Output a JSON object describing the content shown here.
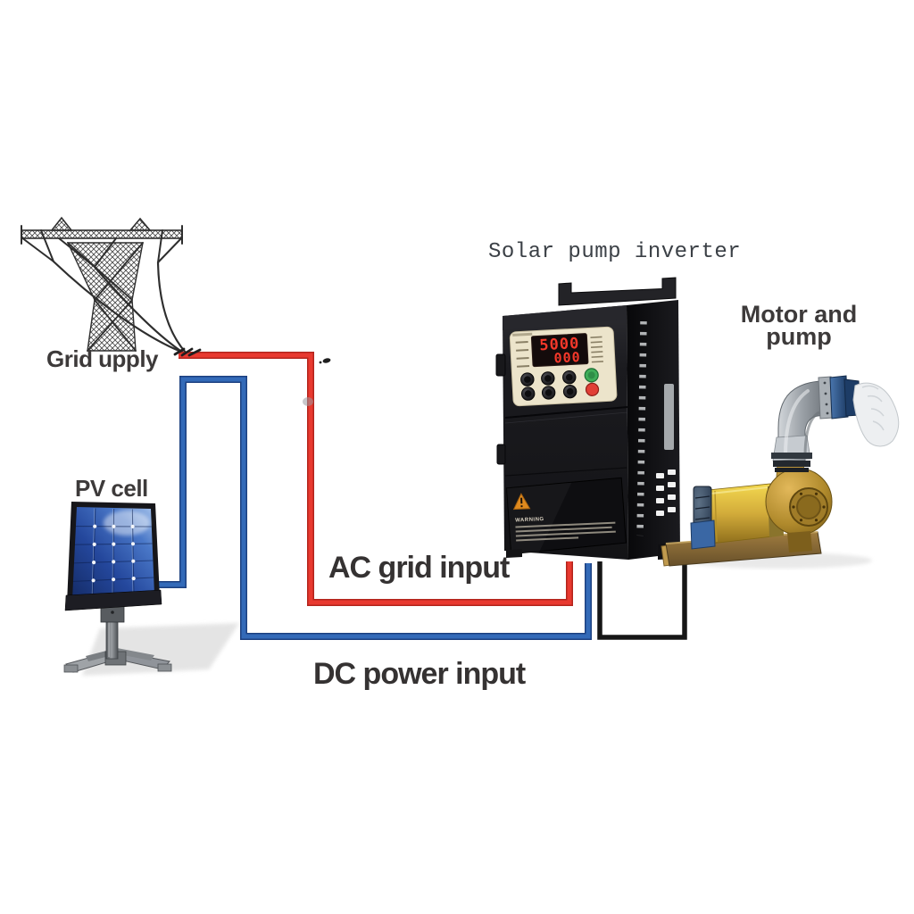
{
  "diagram": {
    "title": "Solar pump inverter",
    "labels": {
      "grid_supply": "Grid upply",
      "pv_cell": "PV cell",
      "motor_pump_line1": "Motor and",
      "motor_pump_line2": "pump",
      "ac_input": "AC grid input",
      "dc_input": "DC power input"
    },
    "inverter": {
      "display_value_top": "5000",
      "display_value_bottom": "000",
      "warning_label": "WARNING"
    },
    "colors": {
      "ac_wire": "#e8392f",
      "dc_wire": "#336ab8",
      "motor_wire": "#161616",
      "label_text": "#3d3a3a",
      "display_digits": "#f5382a",
      "run_button": "#3fae58",
      "stop_button": "#e13f36",
      "pv_panel_blue": "#2b4f9e",
      "pump_yellow": "#d2ab3a",
      "warning_triangle": "#e08a1e"
    }
  }
}
